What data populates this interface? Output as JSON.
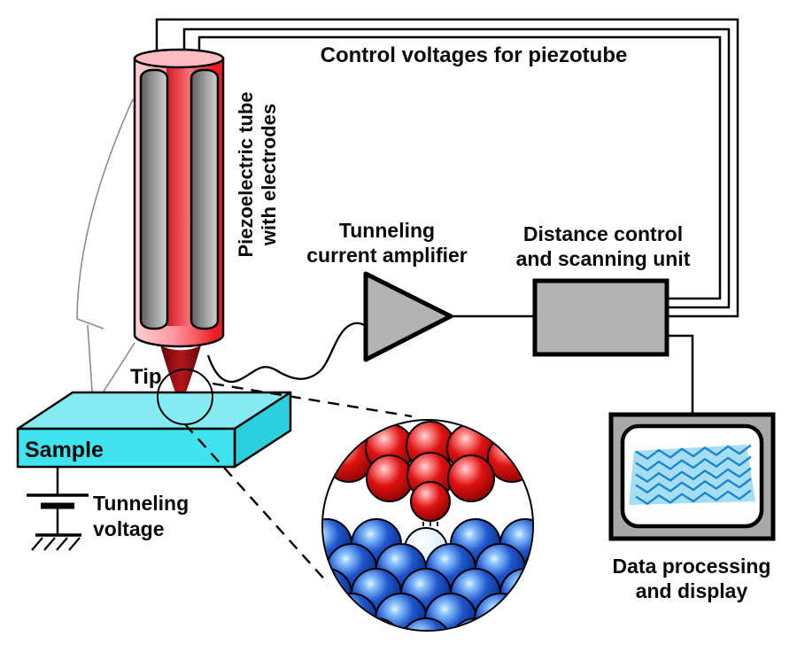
{
  "diagram": {
    "labels": {
      "control_voltages": "Control voltages for piezotube",
      "piezo_tube": {
        "line1": "Piezoelectric tube",
        "line2": "with electrodes"
      },
      "amplifier": {
        "line1": "Tunneling",
        "line2": "current amplifier"
      },
      "scanning_unit": {
        "line1": "Distance control",
        "line2": "and scanning unit"
      },
      "tip": "Tip",
      "sample": "Sample",
      "tunneling_voltage": {
        "line1": "Tunneling",
        "line2": "voltage"
      },
      "display": {
        "line1": "Data processing",
        "line2": "and display"
      }
    },
    "colors": {
      "tube_pink": "#ffbdc3",
      "tube_red": "#ed1c24",
      "electrode_gray": "#9a9a9a",
      "tip_dark_red": "#8e1016",
      "sample_top": "#84ebf2",
      "sample_front": "#3fe3ee",
      "sample_side": "#2bd0de",
      "box_gray": "#b3b3b3",
      "monitor_gray": "#a9a9a9",
      "screen_wave_fill": "#a5ddf3",
      "screen_wave_line": "#1b86cc",
      "atom_red": "#d40f10",
      "atom_blue": "#1040b0",
      "atom_pale": "#d8eaf7",
      "wire_black": "#000000"
    }
  }
}
